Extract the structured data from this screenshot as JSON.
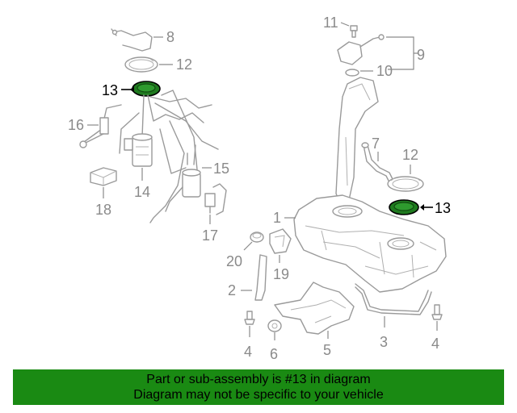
{
  "callouts": {
    "c1": "1",
    "c2": "2",
    "c3": "3",
    "c4a": "4",
    "c4b": "4",
    "c5": "5",
    "c6": "6",
    "c7": "7",
    "c8": "8",
    "c9": "9",
    "c10": "10",
    "c11": "11",
    "c12a": "12",
    "c12b": "12",
    "c13a": "13",
    "c13b": "13",
    "c14": "14",
    "c15": "15",
    "c16": "16",
    "c17": "17",
    "c18": "18",
    "c19": "19",
    "c20": "20"
  },
  "highlight": {
    "part_number": "13",
    "color": "#1a8a13"
  },
  "banner": {
    "line1": "Part or sub-assembly is #13 in diagram",
    "line2": "Diagram may not be specific to your vehicle"
  }
}
